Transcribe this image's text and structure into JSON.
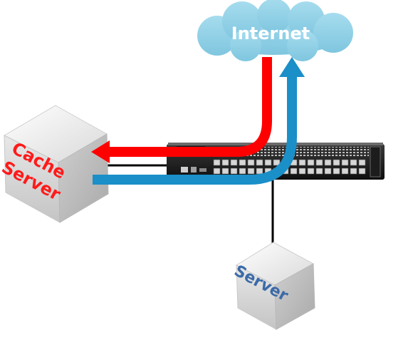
{
  "internet": {
    "label": "Internet",
    "color": "#8ecfe6"
  },
  "cache_server": {
    "line1": "Cache",
    "line2": "Server",
    "color": "#ff1a1a"
  },
  "server": {
    "label": "Server",
    "color": "#3b6aa8"
  },
  "flows": {
    "outbound_color": "#ff0000",
    "return_color": "#1a8fc8"
  }
}
